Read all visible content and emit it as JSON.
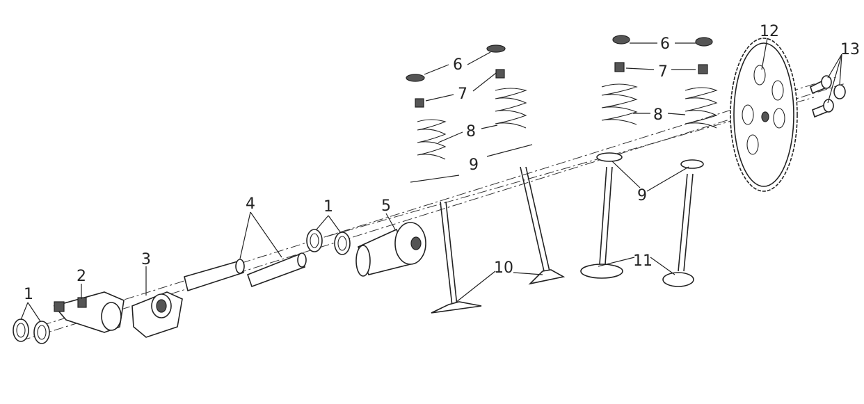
{
  "callouts": [
    {
      "id": "1a",
      "text": "1"
    },
    {
      "id": "1b",
      "text": "1"
    },
    {
      "id": "2",
      "text": "2"
    },
    {
      "id": "3",
      "text": "3"
    },
    {
      "id": "4",
      "text": "4"
    },
    {
      "id": "5",
      "text": "5"
    },
    {
      "id": "6a",
      "text": "6"
    },
    {
      "id": "6b",
      "text": "6"
    },
    {
      "id": "7a",
      "text": "7"
    },
    {
      "id": "7b",
      "text": "7"
    },
    {
      "id": "8a",
      "text": "8"
    },
    {
      "id": "8b",
      "text": "8"
    },
    {
      "id": "9a",
      "text": "9"
    },
    {
      "id": "9b",
      "text": "9"
    },
    {
      "id": "10",
      "text": "10"
    },
    {
      "id": "11",
      "text": "11"
    },
    {
      "id": "12",
      "text": "12"
    },
    {
      "id": "13",
      "text": "13"
    }
  ],
  "line_color": "#222222"
}
